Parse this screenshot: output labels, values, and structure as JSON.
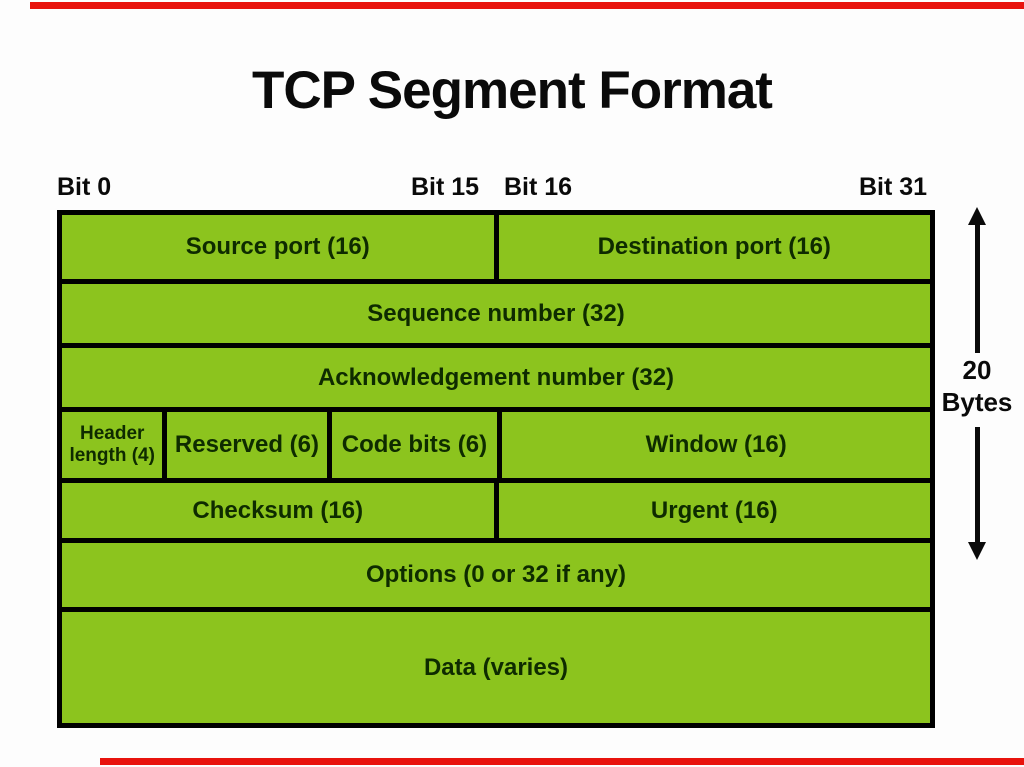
{
  "title": "TCP Segment Format",
  "bit_scale": {
    "labels": [
      "Bit 0",
      "Bit 15",
      "Bit 16",
      "Bit 31"
    ]
  },
  "segment_table": {
    "rows": [
      {
        "cells": [
          {
            "label": "Source port (16)"
          },
          {
            "label": "Destination port (16)"
          }
        ]
      },
      {
        "cells": [
          {
            "label": "Sequence number (32)"
          }
        ]
      },
      {
        "cells": [
          {
            "label": "Acknowledgement number (32)"
          }
        ]
      },
      {
        "cells": [
          {
            "label": "Header length (4)"
          },
          {
            "label": "Reserved (6)"
          },
          {
            "label": "Code bits (6)"
          },
          {
            "label": "Window (16)"
          }
        ]
      },
      {
        "cells": [
          {
            "label": "Checksum (16)"
          },
          {
            "label": "Urgent (16)"
          }
        ]
      },
      {
        "cells": [
          {
            "label": "Options (0 or 32 if any)"
          }
        ]
      },
      {
        "cells": [
          {
            "label": "Data (varies)"
          }
        ]
      }
    ]
  },
  "size_annotation": {
    "value": "20",
    "unit": "Bytes"
  },
  "colors": {
    "cell_fill": "#8cc41e",
    "cell_text": "#0e2b00",
    "grid_line": "#000000",
    "accent_red": "#e8130d",
    "background": "#fdfdfd"
  }
}
